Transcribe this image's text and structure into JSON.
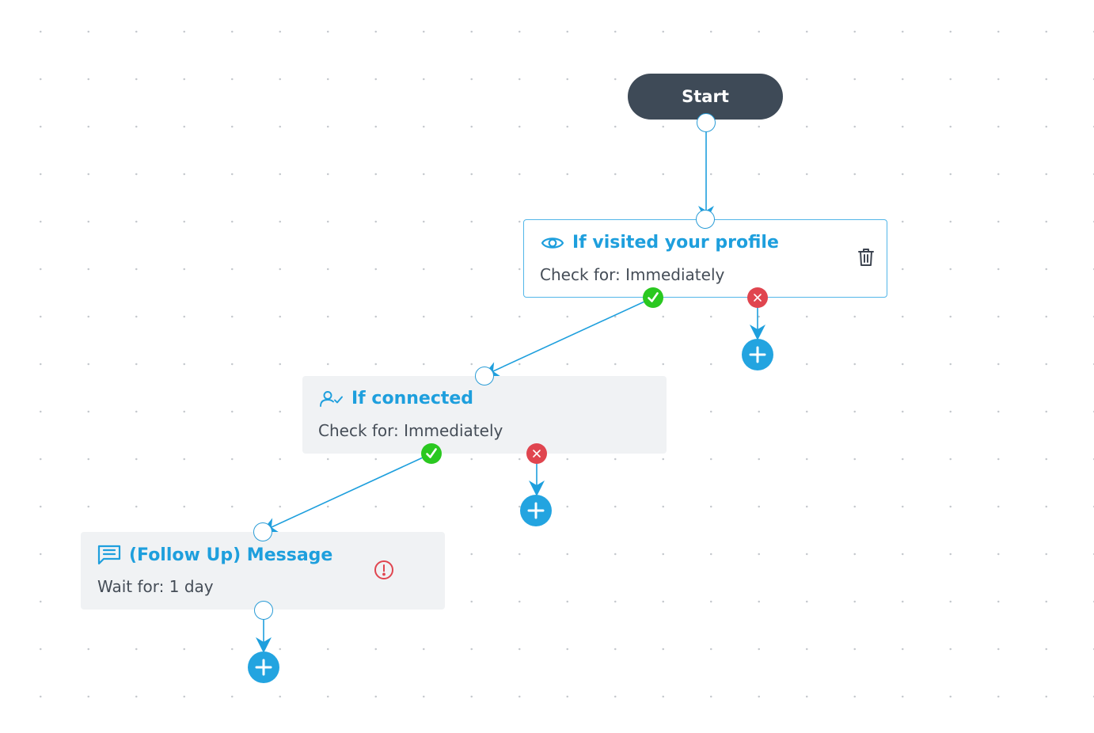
{
  "start": {
    "label": "Start"
  },
  "nodes": [
    {
      "id": "visited",
      "icon": "eye-icon",
      "title": "If visited your profile",
      "subtitle": "Check for: Immediately",
      "has_delete": true
    },
    {
      "id": "connected",
      "icon": "user-check-icon",
      "title": "If connected",
      "subtitle": "Check for: Immediately"
    },
    {
      "id": "message",
      "icon": "message-icon",
      "title": "(Follow Up) Message",
      "subtitle": "Wait for: 1 day",
      "has_warning": true
    }
  ],
  "colors": {
    "edge": "#1e9fdd",
    "start_bg": "#3e4a57",
    "node_title": "#1e9fdd",
    "yes": "#2ac820",
    "no": "#e0454f",
    "add": "#23a4e0",
    "warning": "#e0454f"
  }
}
